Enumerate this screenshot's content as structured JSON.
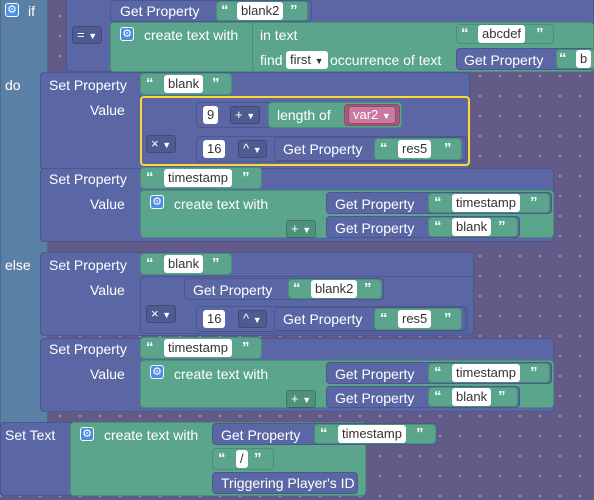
{
  "labels": {
    "if": "if",
    "do": "do",
    "else": "else",
    "set_property": "Set Property",
    "get_property": "Get Property",
    "value": "Value",
    "create_text_with": "create text with",
    "in_text": "in text",
    "find": "find",
    "occurrence_of_text": "occurrence of text",
    "length_of": "length of",
    "set_text": "Set Text",
    "triggering_player_id": "Triggering Player's ID",
    "quote_open": "“",
    "quote_close": "”"
  },
  "operators": {
    "eq": "=",
    "plus": "+",
    "mult": "×",
    "pow": "^",
    "find_mode": "first"
  },
  "strings": {
    "blank2": "blank2",
    "abcdef": "abcdef",
    "b": "b",
    "blank": "blank",
    "res5": "res5",
    "timestamp": "timestamp",
    "slash": "/"
  },
  "numbers": {
    "nine": "9",
    "sixteen": "16"
  },
  "variables": {
    "var2": "var2"
  },
  "colors": {
    "workspace": "#625b88",
    "control": "#5b80a5",
    "property": "#5b67a5",
    "text": "#5ba58c",
    "variable": "#a55b80",
    "selected_outline": "#fdd835"
  }
}
